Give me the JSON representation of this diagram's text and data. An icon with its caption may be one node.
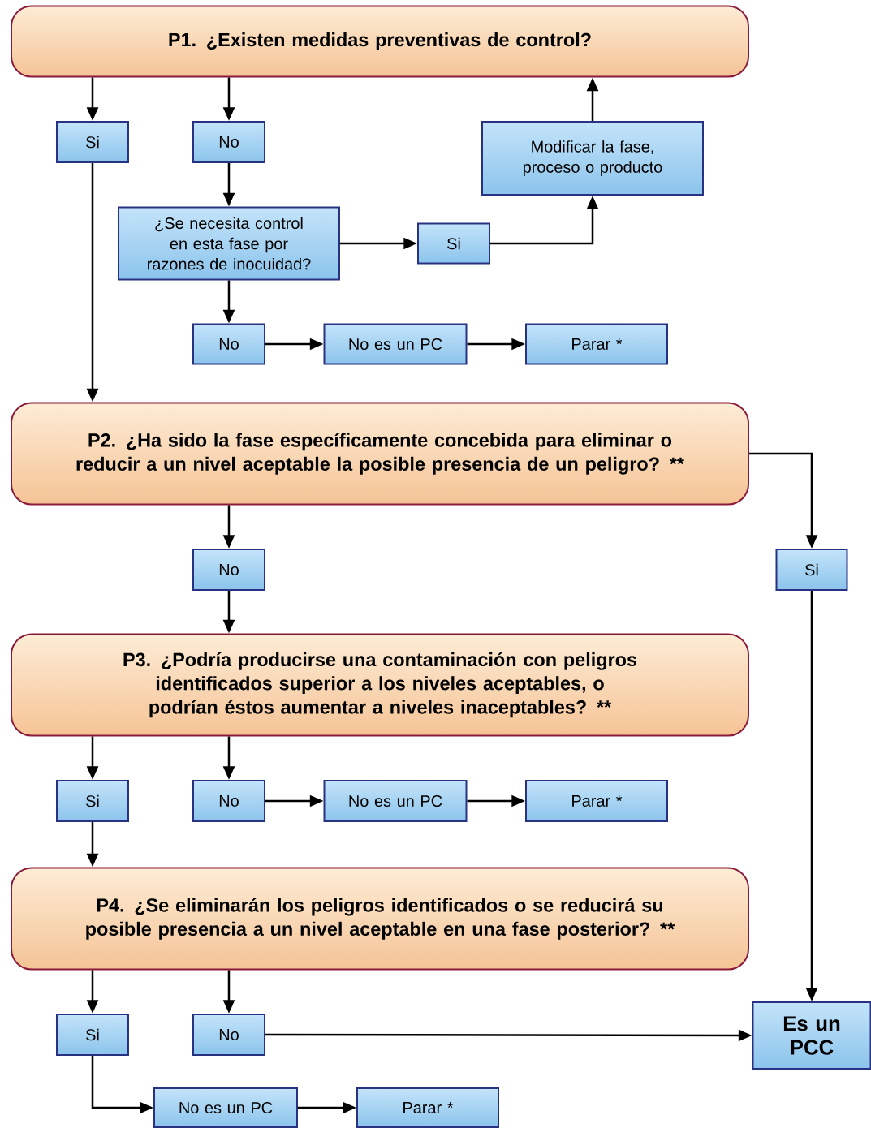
{
  "diagram": {
    "nodes": [
      {
        "text": [
          "P1. ¿Existen medidas preventivas de control?"
        ]
      },
      {
        "text": [
          "Si"
        ]
      },
      {
        "text": [
          "No"
        ]
      },
      {
        "text": [
          "Modificar la fase, proceso o producto"
        ]
      },
      {
        "text": [
          "¿Se necesita control en esta fase por razones de inocuidad?"
        ]
      },
      {
        "text": [
          "Si"
        ]
      },
      {
        "text": [
          "No"
        ]
      },
      {
        "text": [
          "No es un PC"
        ]
      },
      {
        "text": [
          "Parar *"
        ]
      },
      {
        "text": [
          "P2. ¿Ha sido la fase específicamente concebida para eliminar o reducir a un nivel aceptable la posible presencia de un peligro? **"
        ]
      },
      {
        "text": [
          "No"
        ]
      },
      {
        "text": [
          "Si"
        ]
      },
      {
        "text": [
          "P3. ¿Podría producirse una contaminación con peligros identificados superior a los niveles aceptables, o podrían éstos aumentar a niveles inaceptables? **"
        ]
      },
      {
        "text": [
          "Si"
        ]
      },
      {
        "text": [
          "No"
        ]
      },
      {
        "text": [
          "No es un PC"
        ]
      },
      {
        "text": [
          "Parar *"
        ]
      },
      {
        "text": [
          "P4. ¿Se eliminarán los peligros identificados o se reducirá su posible presencia a un nivel aceptable en una fase posterior? **"
        ]
      },
      {
        "text": [
          "Si"
        ]
      },
      {
        "text": [
          "No"
        ]
      },
      {
        "text": [
          "Es un PCC"
        ]
      },
      {
        "text": [
          "No es un PC"
        ]
      },
      {
        "text": [
          "Parar *"
        ]
      }
    ],
    "edges": [
      {
        "from": 0,
        "to": 1,
        "arrow": "to"
      },
      {
        "from": 0,
        "to": 2,
        "arrow": "to"
      },
      {
        "from": 2,
        "to": 4,
        "arrow": "to"
      },
      {
        "from": 4,
        "to": 5,
        "arrow": "to"
      },
      {
        "from": 5,
        "to": 3,
        "arrow": "to"
      },
      {
        "from": 3,
        "to": 0,
        "arrow": "to"
      },
      {
        "from": 4,
        "to": 6,
        "arrow": "to"
      },
      {
        "from": 6,
        "to": 7,
        "arrow": "to"
      },
      {
        "from": 7,
        "to": 8,
        "arrow": "to"
      },
      {
        "from": 1,
        "to": 9,
        "arrow": "to"
      },
      {
        "from": 9,
        "to": 10,
        "arrow": "to"
      },
      {
        "from": 9,
        "to": 11,
        "arrow": "to"
      },
      {
        "from": 10,
        "to": 12,
        "arrow": "to"
      },
      {
        "from": 11,
        "to": 20,
        "arrow": "to"
      },
      {
        "from": 12,
        "to": 13,
        "arrow": "to"
      },
      {
        "from": 12,
        "to": 14,
        "arrow": "to"
      },
      {
        "from": 14,
        "to": 15,
        "arrow": "to"
      },
      {
        "from": 15,
        "to": 16,
        "arrow": "to"
      },
      {
        "from": 13,
        "to": 17,
        "arrow": "to"
      },
      {
        "from": 17,
        "to": 18,
        "arrow": "to"
      },
      {
        "from": 17,
        "to": 19,
        "arrow": "to"
      },
      {
        "from": 19,
        "to": 20,
        "arrow": "to"
      },
      {
        "from": 18,
        "to": 21,
        "arrow": "to"
      },
      {
        "from": 21,
        "to": 22,
        "arrow": "to"
      }
    ]
  }
}
